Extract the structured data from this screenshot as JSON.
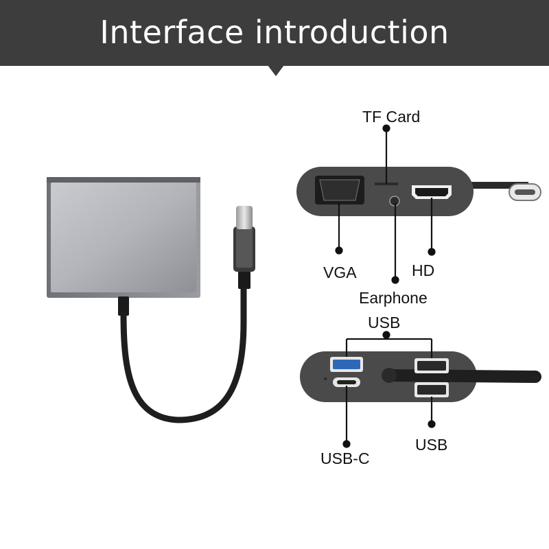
{
  "banner": {
    "title": "Interface introduction"
  },
  "labels": {
    "tf_card": "TF Card",
    "vga": "VGA",
    "hdmi": "HD",
    "earphone": "Earphone",
    "usb_top": "USB",
    "usb_c": "USB-C",
    "usb_bottom": "USB"
  }
}
